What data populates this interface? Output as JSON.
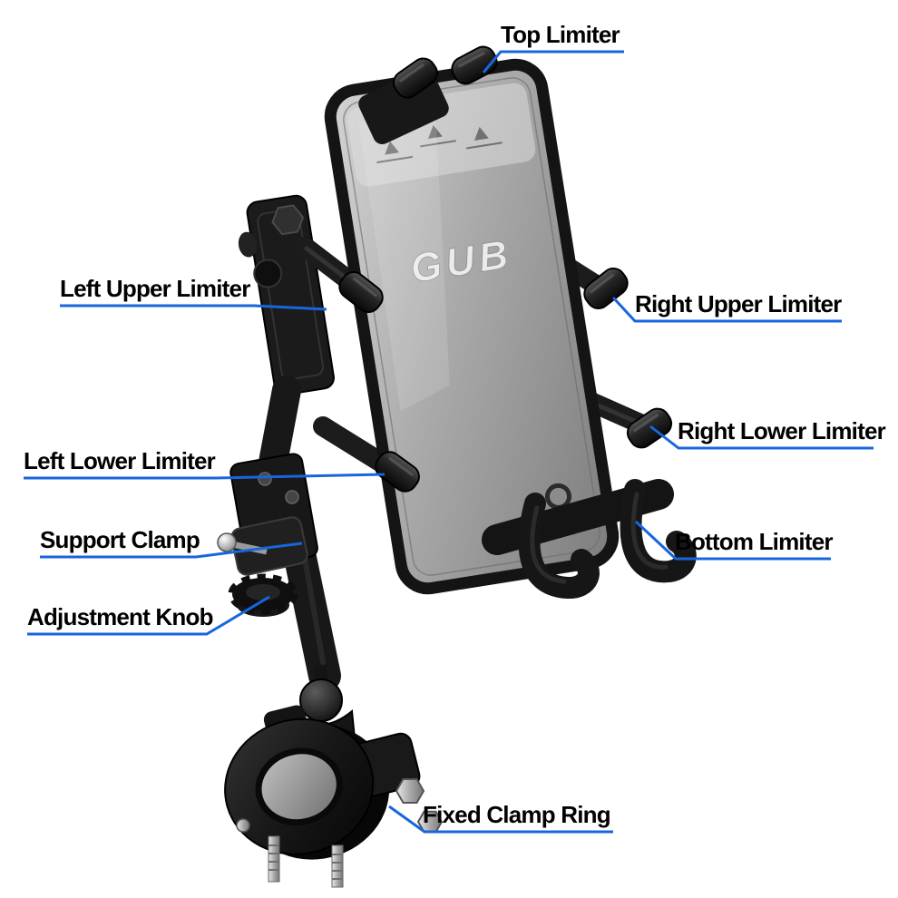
{
  "page": {
    "background": "#ffffff"
  },
  "diagram": {
    "type": "labeled-product-diagram",
    "subject": "handlebar phone mount with X-grip limiters",
    "brand": "GUB",
    "annotation_color": "#1766dd",
    "label_color": "#000000",
    "labels": [
      {
        "id": "top-limiter",
        "text": "Top Limiter"
      },
      {
        "id": "left-upper-limiter",
        "text": "Left Upper Limiter"
      },
      {
        "id": "right-upper-limiter",
        "text": "Right Upper Limiter"
      },
      {
        "id": "left-lower-limiter",
        "text": "Left Lower Limiter"
      },
      {
        "id": "right-lower-limiter",
        "text": "Right Lower Limiter"
      },
      {
        "id": "support-clamp",
        "text": "Support Clamp"
      },
      {
        "id": "bottom-limiter",
        "text": "Bottom Limiter"
      },
      {
        "id": "adjustment-knob",
        "text": "Adjustment Knob"
      },
      {
        "id": "fixed-clamp-ring",
        "text": "Fixed Clamp Ring"
      }
    ]
  }
}
